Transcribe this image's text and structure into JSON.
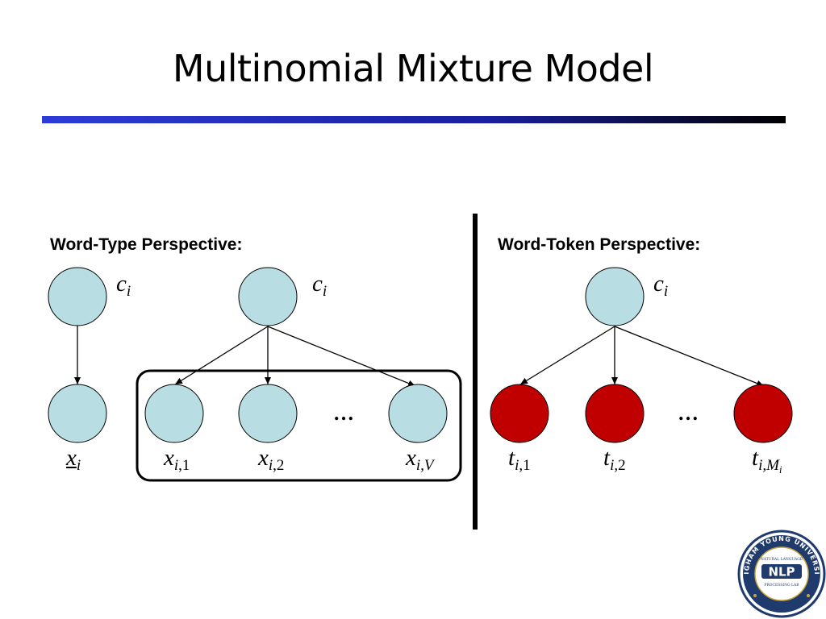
{
  "slide": {
    "title": "Multinomial Mixture Model",
    "accent_color": "#1a1fa0"
  },
  "left": {
    "heading": "Word-Type Perspective:",
    "c_label": "c",
    "c_sub": "i",
    "x_label": "x",
    "x_sub": "i",
    "plate_c_label": "c",
    "plate_c_sub": "i",
    "nodes": [
      {
        "main": "x",
        "sub_italic": "i",
        "sub_rest": ",1"
      },
      {
        "main": "x",
        "sub_italic": "i",
        "sub_rest": ",2"
      },
      {
        "main": "x",
        "sub_italic": "i,V",
        "sub_rest": ""
      }
    ],
    "ellipsis": "…",
    "node_color": "#b8dde2"
  },
  "right": {
    "heading": "Word-Token Perspective:",
    "c_label": "c",
    "c_sub": "i",
    "nodes": [
      {
        "main": "t",
        "sub_italic": "i",
        "sub_rest": ",1"
      },
      {
        "main": "t",
        "sub_italic": "i",
        "sub_rest": ",2"
      },
      {
        "main": "t",
        "sub_italic": "i,M",
        "sub_rest": "i"
      }
    ],
    "ellipsis": "…",
    "node_color": "#c00000"
  },
  "logo": {
    "text": "NLP",
    "ring_text": "BRIGHAM YOUNG UNIVERSITY",
    "top_text": "NATURAL LANGUAGE",
    "bottom_text": "PROCESSING LAB"
  }
}
